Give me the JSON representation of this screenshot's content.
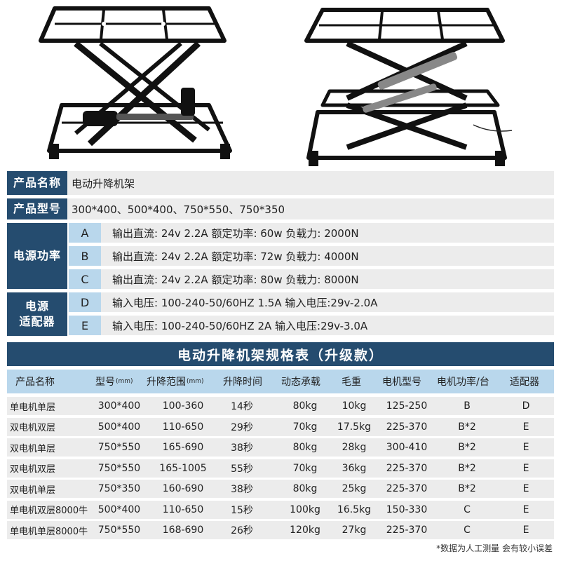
{
  "info": {
    "name": {
      "label": "产品名称",
      "value": "电动升降机架"
    },
    "model": {
      "label": "产品型号",
      "value": "300*400、500*400、750*550、750*350"
    },
    "power": {
      "label": "电源功率",
      "items": [
        {
          "code": "A",
          "text": "输出直流: 24v  2.2A  额定功率: 60w   负载力: 2000N"
        },
        {
          "code": "B",
          "text": "输出直流: 24v  2.2A  额定功率: 72w   负载力: 4000N"
        },
        {
          "code": "C",
          "text": "输出直流: 24v  2.2A  额定功率: 80w   负载力: 8000N"
        }
      ]
    },
    "adapter": {
      "label_line1": "电源",
      "label_line2": "适配器",
      "items": [
        {
          "code": "D",
          "text": "输入电压: 100-240-50/60HZ  1.5A  输入电压:29v-2.0A"
        },
        {
          "code": "E",
          "text": "输入电压: 100-240-50/60HZ    2A   输入电压:29v-3.0A"
        }
      ]
    }
  },
  "spec": {
    "title": "电动升降机架规格表（升级款）",
    "headers": [
      {
        "text": "产品名称",
        "unit": ""
      },
      {
        "text": "型号",
        "unit": "(mm)"
      },
      {
        "text": "升降范围",
        "unit": "(mm)"
      },
      {
        "text": "升降时间",
        "unit": ""
      },
      {
        "text": "动态承载",
        "unit": ""
      },
      {
        "text": "毛重",
        "unit": ""
      },
      {
        "text": "电机型号",
        "unit": ""
      },
      {
        "text": "电机功率/台",
        "unit": ""
      },
      {
        "text": "适配器",
        "unit": ""
      }
    ],
    "rows": [
      [
        "单电机单层",
        "300*400",
        "100-360",
        "14秒",
        "80kg",
        "10kg",
        "125-250",
        "B",
        "D"
      ],
      [
        "双电机双层",
        "500*400",
        "110-650",
        "29秒",
        "70kg",
        "17.5kg",
        "225-370",
        "B*2",
        "E"
      ],
      [
        "双电机单层",
        "750*550",
        "165-690",
        "38秒",
        "80kg",
        "28kg",
        "300-410",
        "B*2",
        "E"
      ],
      [
        "双电机双层",
        "750*550",
        "165-1005",
        "55秒",
        "70kg",
        "36kg",
        "225-370",
        "B*2",
        "E"
      ],
      [
        "双电机单层",
        "750*350",
        "160-690",
        "38秒",
        "80kg",
        "25kg",
        "225-370",
        "B*2",
        "E"
      ],
      [
        "单电机双层8000牛",
        "500*400",
        "110-650",
        "15秒",
        "100kg",
        "16.5kg",
        "150-330",
        "C",
        "E"
      ],
      [
        "单电机单层8000牛",
        "750*550",
        "168-690",
        "26秒",
        "120kg",
        "27kg",
        "225-370",
        "C",
        "E"
      ]
    ]
  },
  "footnote": "*数据为人工测量 会有较小误差"
}
